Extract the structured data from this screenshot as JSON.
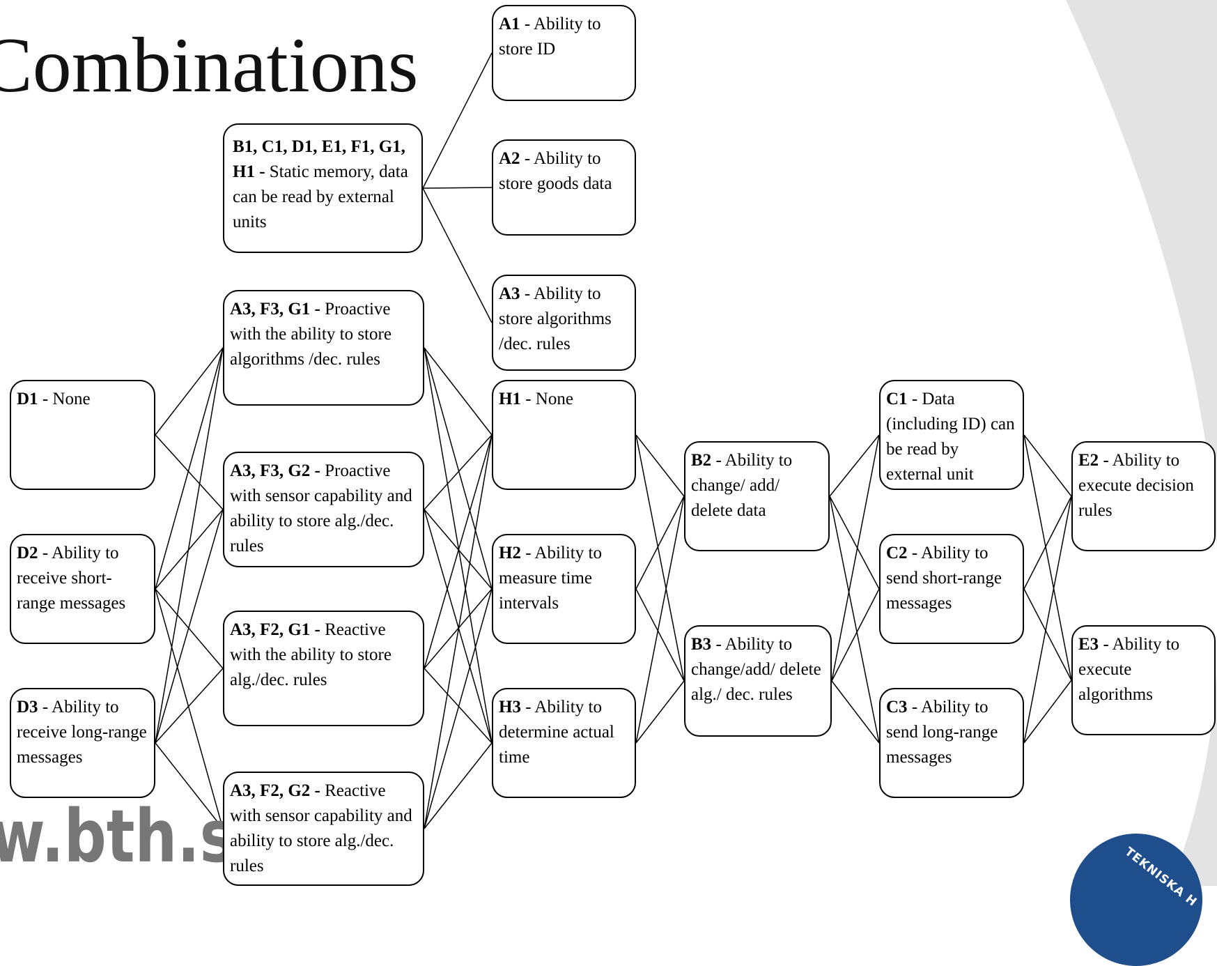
{
  "slide": {
    "title": "Combinations",
    "footer_url": "w.bth.se",
    "logo_text": "TEKNISKA H"
  },
  "colors": {
    "background_arc": "#e3e3e3",
    "box_border": "#000000",
    "url_text": "#777777",
    "logo": "#1f4e8c"
  },
  "nodes": {
    "A1": {
      "code": "A1",
      "sep": " - ",
      "text": "Ability to store ID"
    },
    "A2": {
      "code": "A2",
      "sep": " - ",
      "text": "Ability to store goods data"
    },
    "A3": {
      "code": "A3",
      "sep": " - ",
      "text": "Ability to store algorithms /dec. rules"
    },
    "B1": {
      "code": "B1, C1, D1, E1, F1, G1, H1 -",
      "sep": " ",
      "text": "Static memory, data can be read by external units"
    },
    "AFG_1": {
      "code": "A3, F3, G1 -",
      "sep": " ",
      "text": "Proactive with the ability to store algorithms /dec. rules"
    },
    "AFG_2": {
      "code": "A3, F3, G2 -",
      "sep": " ",
      "text": "Proactive with sensor capability and ability to store alg./dec. rules"
    },
    "AFG_3": {
      "code": "A3, F2, G1 -",
      "sep": " ",
      "text": "Reactive with the ability to store alg./dec. rules"
    },
    "AFG_4": {
      "code": "A3, F2, G2 -",
      "sep": " ",
      "text": "Reactive with sensor capability and ability to store alg./dec. rules"
    },
    "D1": {
      "code": "D1",
      "sep": " - ",
      "text": "None"
    },
    "D2": {
      "code": "D2",
      "sep": " - ",
      "text": "Ability to receive short-range messages"
    },
    "D3": {
      "code": "D3",
      "sep": " - ",
      "text": "Ability to receive long-range messages"
    },
    "H1": {
      "code": "H1",
      "sep": " - ",
      "text": "None"
    },
    "H2": {
      "code": "H2",
      "sep": " - ",
      "text": "Ability to measure time intervals"
    },
    "H3": {
      "code": "H3",
      "sep": " - ",
      "text": "Ability to determine actual time"
    },
    "B2": {
      "code": "B2",
      "sep": " - ",
      "text": "Ability to change/ add/ delete data"
    },
    "B3": {
      "code": "B3",
      "sep": " - ",
      "text": "Ability to change/add/ delete alg./ dec. rules"
    },
    "C1": {
      "code": "C1",
      "sep": " - ",
      "text": "Data (including ID) can be read by external unit"
    },
    "C2": {
      "code": "C2",
      "sep": " - ",
      "text": "Ability to send short-range messages"
    },
    "C3": {
      "code": "C3",
      "sep": " - ",
      "text": "Ability to send long-range messages"
    },
    "E2": {
      "code": "E2",
      "sep": " - ",
      "text": "Ability to execute decision rules"
    },
    "E3": {
      "code": "E3",
      "sep": " - ",
      "text": "Ability to execute algorithms"
    }
  },
  "edges": [
    [
      "B1",
      "A1"
    ],
    [
      "B1",
      "A2"
    ],
    [
      "B1",
      "A3"
    ],
    [
      "D1",
      "AFG_1"
    ],
    [
      "D1",
      "AFG_2"
    ],
    [
      "D2",
      "AFG_1"
    ],
    [
      "D2",
      "AFG_2"
    ],
    [
      "D2",
      "AFG_3"
    ],
    [
      "D2",
      "AFG_4"
    ],
    [
      "D3",
      "AFG_1"
    ],
    [
      "D3",
      "AFG_2"
    ],
    [
      "D3",
      "AFG_3"
    ],
    [
      "D3",
      "AFG_4"
    ],
    [
      "AFG_1",
      "H1"
    ],
    [
      "AFG_1",
      "H2"
    ],
    [
      "AFG_1",
      "H3"
    ],
    [
      "AFG_2",
      "H1"
    ],
    [
      "AFG_2",
      "H2"
    ],
    [
      "AFG_2",
      "H3"
    ],
    [
      "AFG_3",
      "H1"
    ],
    [
      "AFG_3",
      "H2"
    ],
    [
      "AFG_3",
      "H3"
    ],
    [
      "AFG_4",
      "H1"
    ],
    [
      "AFG_4",
      "H2"
    ],
    [
      "AFG_4",
      "H3"
    ],
    [
      "H1",
      "B2"
    ],
    [
      "H1",
      "B3"
    ],
    [
      "H2",
      "B2"
    ],
    [
      "H2",
      "B3"
    ],
    [
      "H3",
      "B2"
    ],
    [
      "H3",
      "B3"
    ],
    [
      "B2",
      "C1"
    ],
    [
      "B2",
      "C2"
    ],
    [
      "B2",
      "C3"
    ],
    [
      "B3",
      "C1"
    ],
    [
      "B3",
      "C2"
    ],
    [
      "B3",
      "C3"
    ],
    [
      "C1",
      "E2"
    ],
    [
      "C1",
      "E3"
    ],
    [
      "C2",
      "E2"
    ],
    [
      "C2",
      "E3"
    ],
    [
      "C3",
      "E2"
    ],
    [
      "C3",
      "E3"
    ]
  ]
}
